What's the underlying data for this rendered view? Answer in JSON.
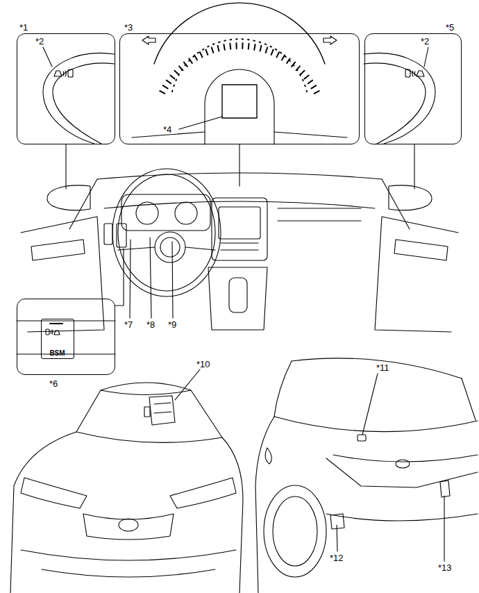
{
  "diagram": {
    "nodes": [
      {
        "text": [
          "*1",
          "*2"
        ]
      },
      {
        "text": [
          "*3",
          "*4"
        ]
      },
      {
        "text": [
          "*5",
          "*2"
        ]
      },
      {
        "text": [
          "*6"
        ]
      },
      {
        "text": [
          "BSM"
        ],
        "in": 3
      }
    ],
    "labels": [
      "*7",
      "*8",
      "*9",
      "*10",
      "*11",
      "*12",
      "*13"
    ]
  }
}
